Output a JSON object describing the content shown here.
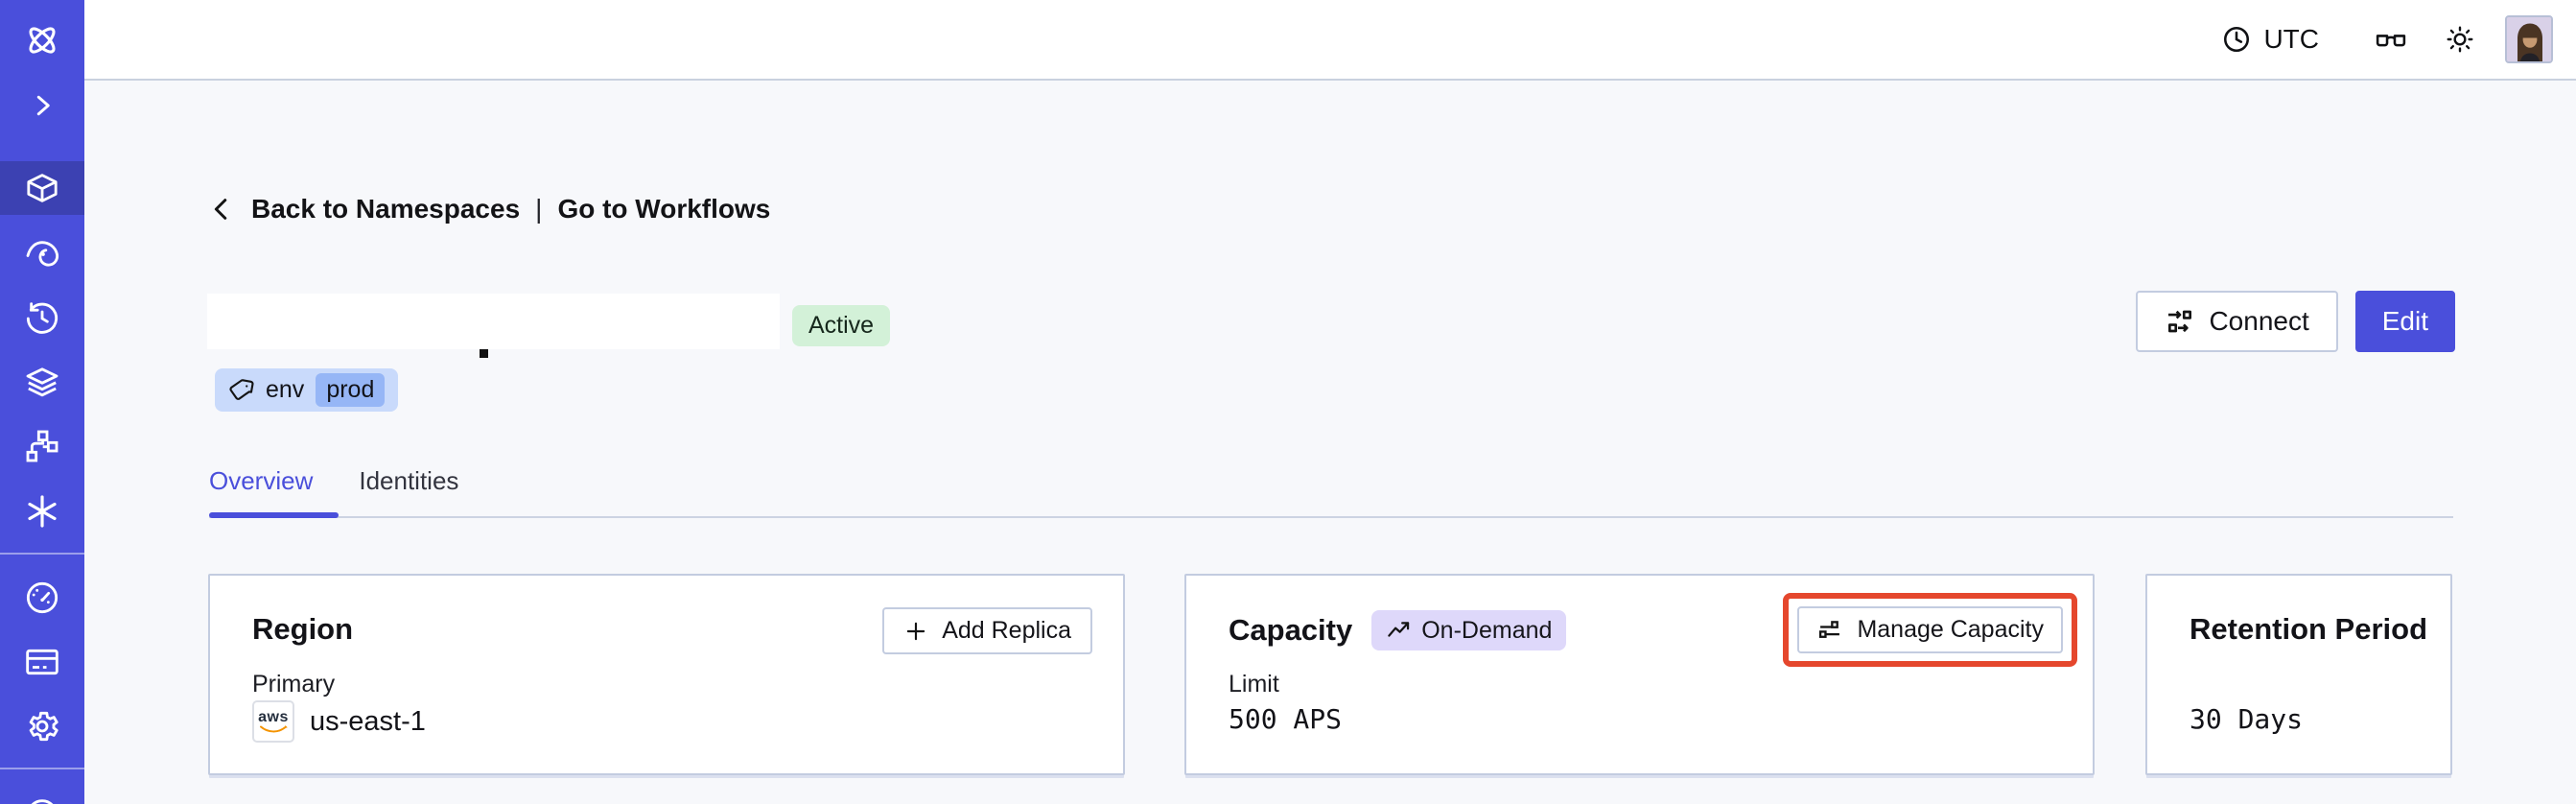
{
  "topbar": {
    "timezone": "UTC"
  },
  "breadcrumb": {
    "back_label": "Back to Namespaces",
    "separator": "|",
    "workflows_label": "Go to Workflows"
  },
  "header": {
    "status_badge": "Active",
    "tag": {
      "key": "env",
      "value": "prod"
    },
    "connect_button": "Connect",
    "edit_button": "Edit"
  },
  "tabs": {
    "overview": "Overview",
    "identities": "Identities"
  },
  "cards": {
    "region": {
      "title": "Region",
      "add_replica_button": "Add Replica",
      "primary_label": "Primary",
      "provider": "aws",
      "region_value": "us-east-1"
    },
    "capacity": {
      "title": "Capacity",
      "plan_badge": "On-Demand",
      "manage_button": "Manage Capacity",
      "limit_label": "Limit",
      "limit_value": "500 APS"
    },
    "retention": {
      "title": "Retention Period",
      "value": "30 Days"
    }
  },
  "colors": {
    "sidebar_indigo": "#4a4fdb",
    "sidebar_active": "#3c41b2",
    "accent_indigo": "#4a4fdb",
    "annotation_red": "#e5472d",
    "status_green_bg": "#d3f1d8",
    "plan_purple_bg": "#ded8fa",
    "tag_blue_bg": "#c9dafb",
    "tag_chip_blue": "#96b6f6",
    "aws_orange": "#f49300"
  },
  "icons": {
    "sidebar": [
      "temporal-logo",
      "chevron-right",
      "namespaces-cube",
      "spiral-eye",
      "schedule-clock",
      "layers-stack",
      "workflow-branch",
      "asterisk",
      "usage-gauge",
      "billing-card",
      "settings-gear",
      "help-circle-clipped"
    ],
    "topbar": [
      "clock",
      "glasses",
      "sun-brightness",
      "avatar"
    ],
    "other": [
      "back-chevron",
      "tag",
      "connect-flow",
      "plus",
      "trend-up",
      "capacity-sliders"
    ]
  }
}
